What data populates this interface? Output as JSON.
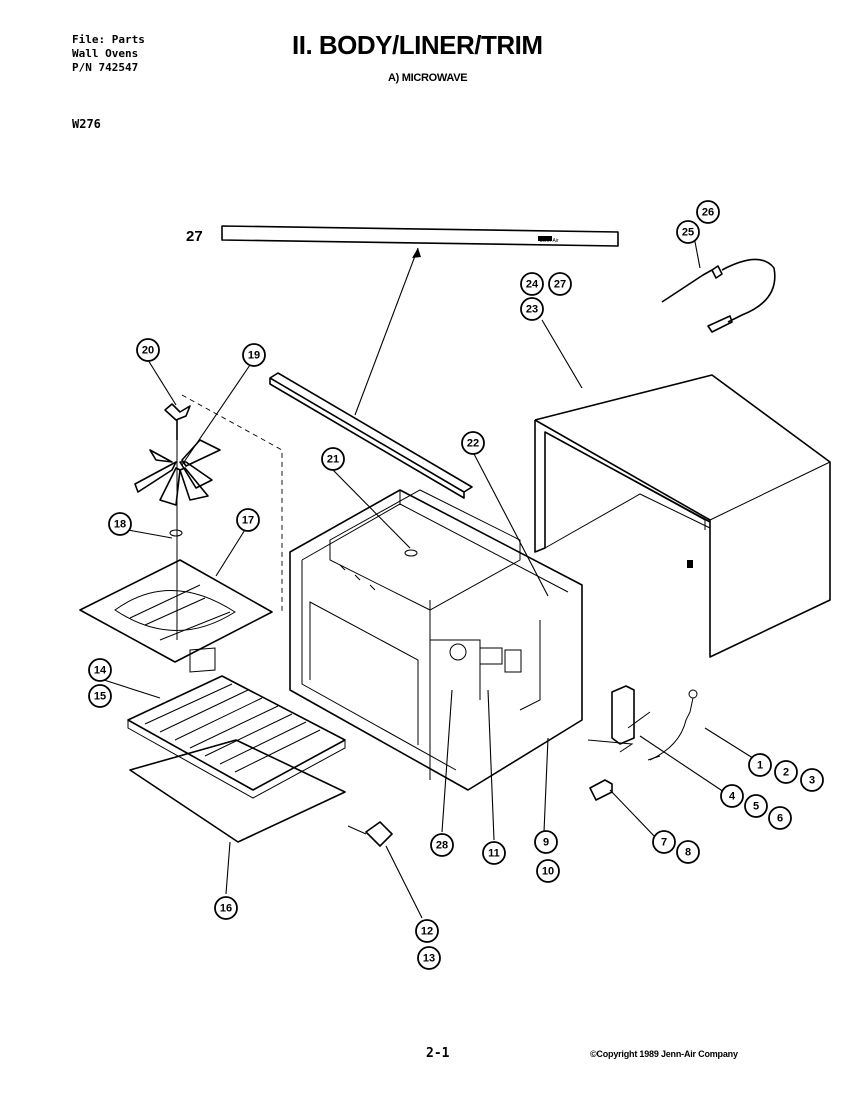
{
  "header": {
    "file_line": "File: Parts",
    "category_line": "Wall Ovens",
    "part_number_line": "P/N 742547",
    "model": "W276"
  },
  "title": "II. BODY/LINER/TRIM",
  "subtitle": "A) MICROWAVE",
  "trim_label": "27",
  "trim_brand": "Jenn-Air",
  "callouts": [
    "1",
    "2",
    "3",
    "4",
    "5",
    "6",
    "7",
    "8",
    "9",
    "10",
    "11",
    "12",
    "13",
    "14",
    "15",
    "16",
    "17",
    "18",
    "19",
    "20",
    "21",
    "22",
    "23",
    "24",
    "25",
    "26",
    "27",
    "28"
  ],
  "footer": {
    "page": "2-1",
    "copyright": "©Copyright 1989 Jenn-Air Company"
  }
}
